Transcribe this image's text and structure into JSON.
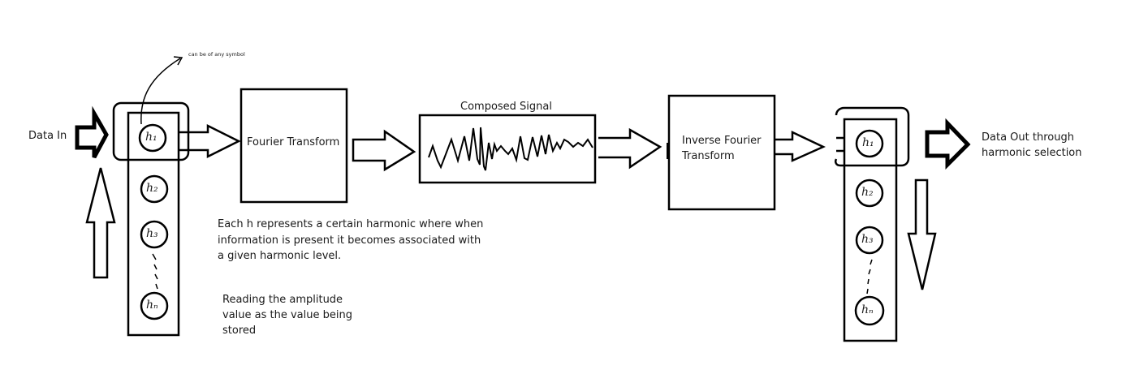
{
  "labels": {
    "data_in": "Data In",
    "annotation": "can be of any symbol",
    "fourier_transform": "Fourier Transform",
    "composed_signal": "Composed Signal",
    "inverse_fourier_line1": "Inverse Fourier",
    "inverse_fourier_line2": "Transform",
    "data_out_line1": "Data Out through",
    "data_out_line2": "harmonic selection",
    "note1_line1": "Each h represents a certain harmonic where when",
    "note1_line2": "information is present it becomes associated with",
    "note1_line3": "a given harmonic level.",
    "note2_line1": "Reading the amplitude",
    "note2_line2": "value as the value being",
    "note2_line3": "stored"
  },
  "harmonics_in": [
    {
      "symbol": "h₁"
    },
    {
      "symbol": "h₂"
    },
    {
      "symbol": "h₃"
    },
    {
      "symbol": "hₙ"
    }
  ],
  "harmonics_out": [
    {
      "symbol": "h₁"
    },
    {
      "symbol": "h₂"
    },
    {
      "symbol": "h₃"
    },
    {
      "symbol": "hₙ"
    }
  ],
  "colors": {
    "stroke": "#000000",
    "text": "#1a1a1a",
    "background": "#ffffff"
  }
}
